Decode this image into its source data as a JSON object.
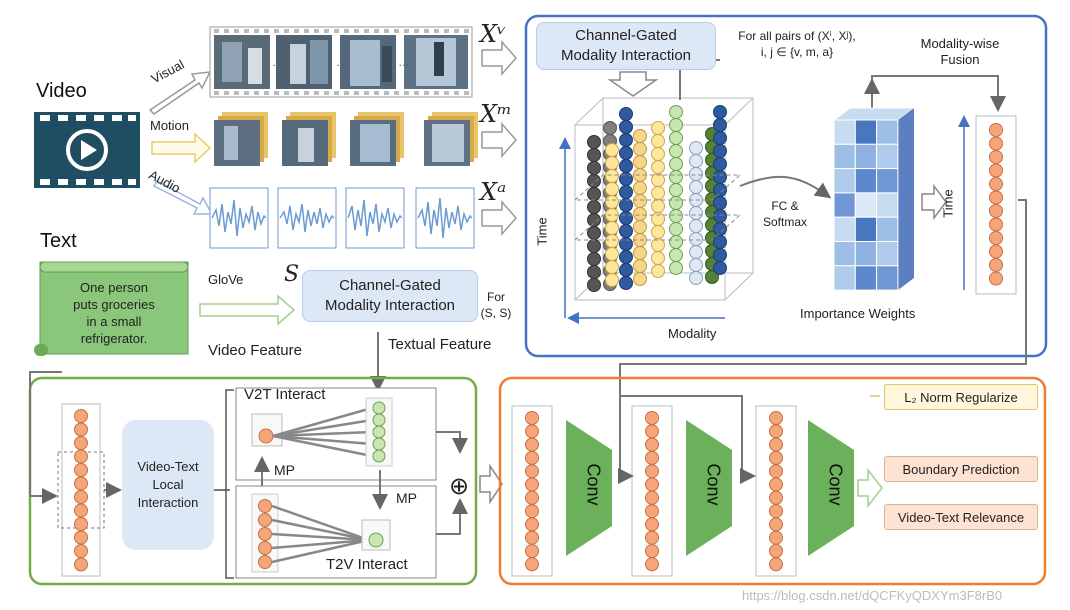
{
  "labels": {
    "video": "Video",
    "text": "Text",
    "visual": "Visual",
    "motion": "Motion",
    "audio": "Audio",
    "glove": "GloVe",
    "xv": "Xᵛ",
    "xm": "Xᵐ",
    "xa": "Xᵃ",
    "s": "S",
    "sentence": [
      "One person",
      "puts groceries",
      "in a small",
      "refrigerator."
    ],
    "cgmi_top": [
      "Channel-Gated",
      "Modality Interaction"
    ],
    "cgmi_text": [
      "Channel-Gated",
      "Modality Interaction"
    ],
    "for_all_pairs": [
      "For all pairs of (Xⁱ, Xʲ),",
      "i, j ∈ {v, m, a}"
    ],
    "for_ss": [
      "For",
      "(S, S)"
    ],
    "modality_wise_fusion": [
      "Modality-wise",
      "Fusion"
    ],
    "fc_softmax": [
      "FC &",
      "Softmax"
    ],
    "time": "Time",
    "time2": "Time",
    "modality": "Modality",
    "importance_weights": "Importance Weights",
    "video_feature": "Video Feature",
    "textual_feature": "Textual Feature",
    "v2t_interact": "V2T Interact",
    "t2v_interact": "T2V Interact",
    "mp1": "MP",
    "mp2": "MP",
    "video_text_local": [
      "Video-Text",
      "Local",
      "Interaction"
    ],
    "oplus": "⊕",
    "conv": [
      "Conv",
      "Conv",
      "Conv"
    ],
    "l2_norm": "L₂ Norm Regularize",
    "boundary_prediction": "Boundary Prediction",
    "video_text_relevance": "Video-Text Relevance",
    "watermark": "https://blog.csdn.net/dQCFKyQDXYm3F8rB0"
  },
  "colors": {
    "blue_panel": "#4472c4",
    "green_panel": "#70ad47",
    "orange_panel": "#ed7d31",
    "node_orange": "#f4a67a",
    "node_green": "#c9e6b0",
    "conv_green": "#6bb05a",
    "sentence_green": "#8bc77a",
    "box_blue": "#dde8f6"
  },
  "icons": [
    "film-icon",
    "play-icon",
    "waveform-icon",
    "scroll-icon"
  ]
}
